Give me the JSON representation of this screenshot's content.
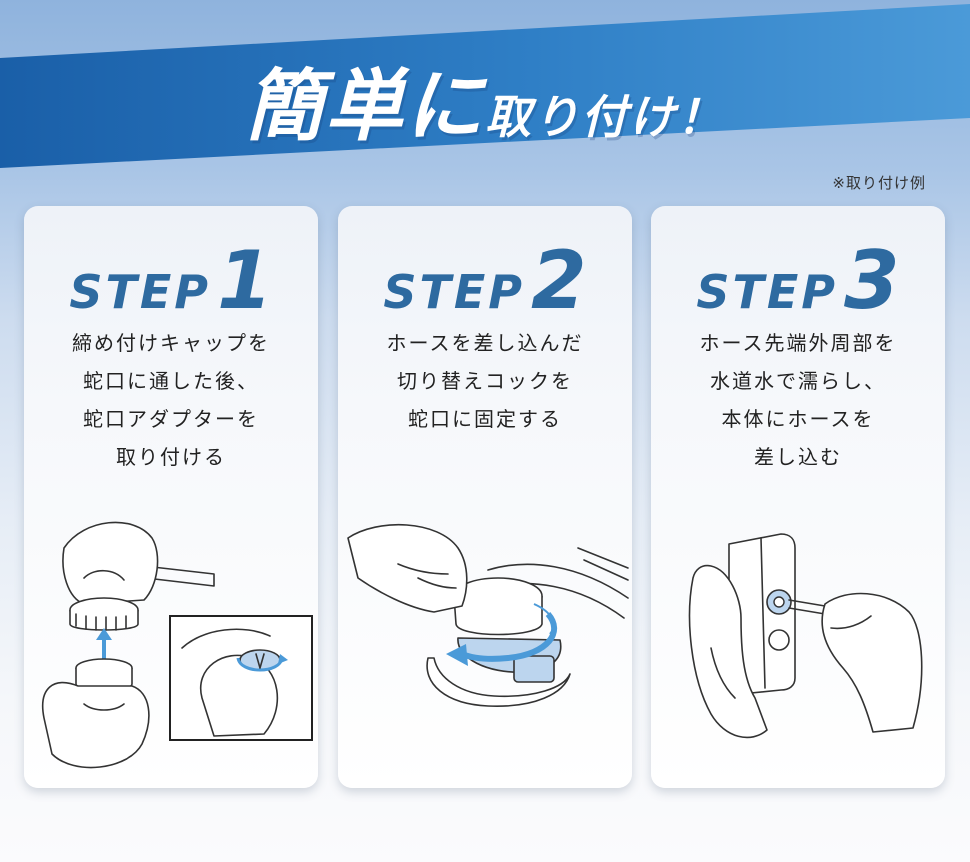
{
  "title": {
    "part1": "簡単に",
    "part2": "取り付け！"
  },
  "note": "※取り付け例",
  "colors": {
    "accent": "#2e6aa0",
    "banner_dark": "#1a5fa8",
    "banner_light": "#4b9ad8"
  },
  "steps": [
    {
      "label": "STEP",
      "number": "1",
      "lines": [
        "締め付けキャップを",
        "蛇口に通した後、",
        "蛇口アダプターを",
        "取り付ける"
      ]
    },
    {
      "label": "STEP",
      "number": "2",
      "lines": [
        "ホースを差し込んだ",
        "切り替えコックを",
        "蛇口に固定する"
      ]
    },
    {
      "label": "STEP",
      "number": "3",
      "lines": [
        "ホース先端外周部を",
        "水道水で濡らし、",
        "本体にホースを",
        "差し込む"
      ]
    }
  ]
}
